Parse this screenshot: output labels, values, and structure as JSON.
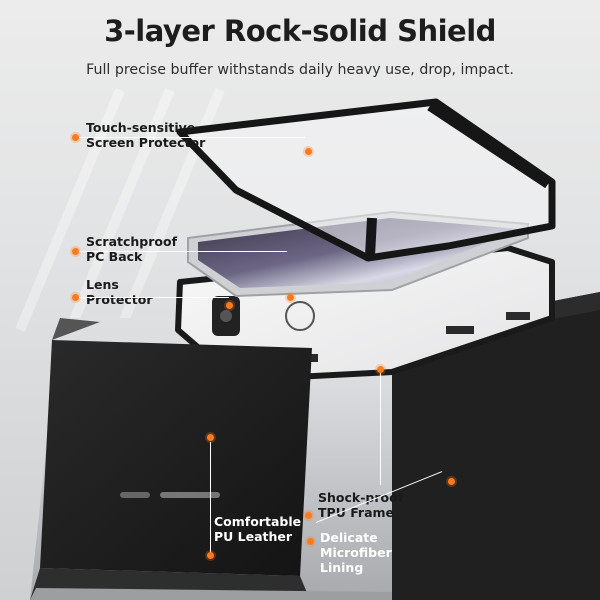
{
  "header": {
    "title": "3-layer Rock-solid Shield",
    "subtitle": "Full precise buffer withstands daily heavy use, drop, impact."
  },
  "callouts": {
    "touch_sensitive": [
      "Touch-sensitive",
      "Screen Protector"
    ],
    "scratchproof": [
      "Scratchproof",
      "PC Back"
    ],
    "lens": [
      "Lens",
      "Protector"
    ],
    "shockproof": [
      "Shock-proof",
      "TPU Frame"
    ],
    "leather": [
      "Comfortable",
      "PU Leather"
    ],
    "microfiber": [
      "Delicate",
      "Microfiber",
      "Lining"
    ]
  },
  "colors": {
    "accent_dot": "#ff7a1a",
    "frame_black": "#1b1b1b",
    "leather_black": "#1f1f1f",
    "silver_case": "#bfc1c4"
  }
}
